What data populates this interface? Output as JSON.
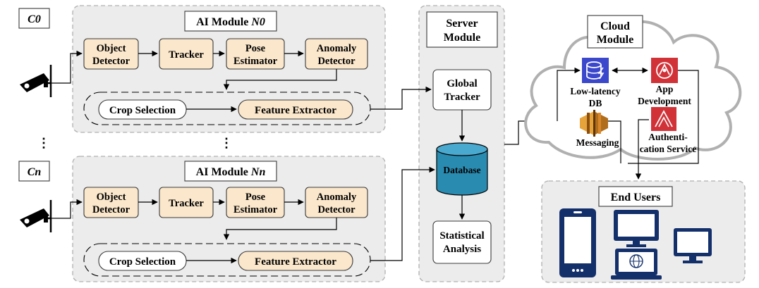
{
  "cameras": [
    {
      "id": "C0"
    },
    {
      "id": "Cn"
    }
  ],
  "ai_modules": [
    {
      "title_prefix": "AI Module ",
      "title_var": "N0",
      "stages": [
        "Object",
        "Detector",
        "Tracker",
        "Pose",
        "Estimator",
        "Anomaly",
        "Detector"
      ],
      "crop_selection": "Crop Selection",
      "feature_extractor": "Feature Extractor"
    },
    {
      "title_prefix": "AI Module ",
      "title_var": "Nn",
      "stages": [
        "Object",
        "Detector",
        "Tracker",
        "Pose",
        "Estimator",
        "Anomaly",
        "Detector"
      ],
      "crop_selection": "Crop Selection",
      "feature_extractor": "Feature Extractor"
    }
  ],
  "ellipsis": "⋮",
  "server": {
    "title_line1": "Server",
    "title_line2": "Module",
    "global_tracker_line1": "Global",
    "global_tracker_line2": "Tracker",
    "database": "Database",
    "stats_line1": "Statistical",
    "stats_line2": "Analysis"
  },
  "cloud": {
    "title_line1": "Cloud",
    "title_line2": "Module",
    "db_line1": "Low-latency",
    "db_line2": "DB",
    "app_line1": "App",
    "app_line2": "Development",
    "messaging": "Messaging",
    "auth_line1": "Authenti-",
    "auth_line2": "cation Service"
  },
  "end_users": {
    "title": "End Users"
  },
  "colors": {
    "stage_fill": "#fbe7cb",
    "panel_fill": "#ececec",
    "database_fill": "#2a8bb1",
    "device_navy": "#14306b",
    "aws_dynamo": "#3b48cc",
    "aws_red": "#d13238",
    "aws_orange": "#e7a33b"
  }
}
